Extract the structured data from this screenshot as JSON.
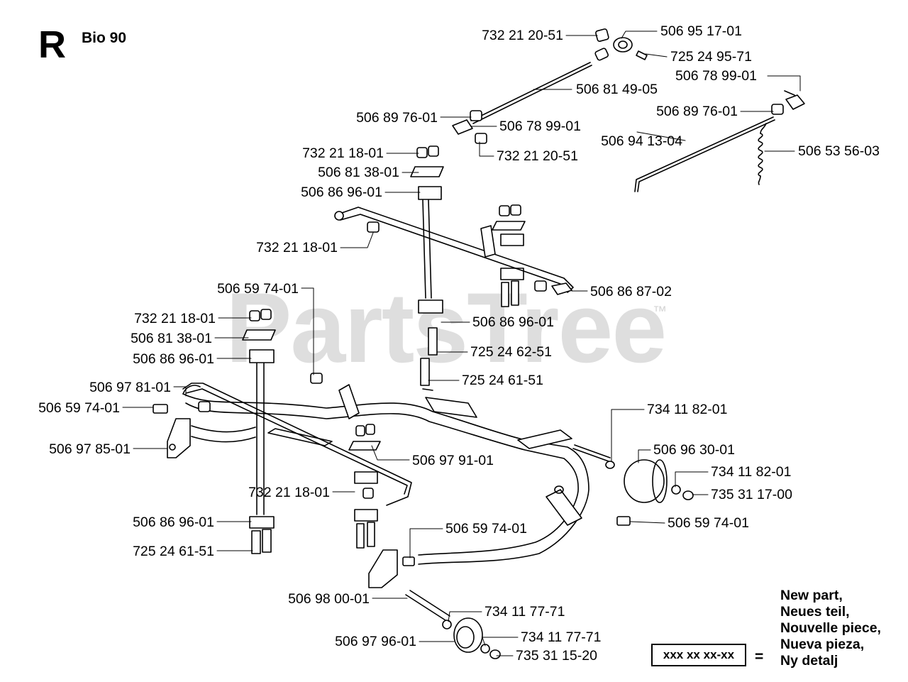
{
  "header": {
    "section_letter": "R",
    "model": "Bio 90"
  },
  "watermark": {
    "text": "PartsTree",
    "tm": "™"
  },
  "callouts": [
    {
      "part": "732 21 20-51"
    },
    {
      "part": "506 95 17-01"
    },
    {
      "part": "725 24 95-71"
    },
    {
      "part": "506 78 99-01"
    },
    {
      "part": "506 81 49-05"
    },
    {
      "part": "506 89 76-01"
    },
    {
      "part": "506 78 99-01"
    },
    {
      "part": "506 89 76-01"
    },
    {
      "part": "506 94 13-04"
    },
    {
      "part": "506 53 56-03"
    },
    {
      "part": "732 21 18-01"
    },
    {
      "part": "732 21 20-51"
    },
    {
      "part": "506 81 38-01"
    },
    {
      "part": "506 86 96-01"
    },
    {
      "part": "732 21 18-01"
    },
    {
      "part": "506 59 74-01"
    },
    {
      "part": "506 86 87-02"
    },
    {
      "part": "732 21 18-01"
    },
    {
      "part": "506 81 38-01"
    },
    {
      "part": "506 86 96-01"
    },
    {
      "part": "506 86 96-01"
    },
    {
      "part": "725 24 62-51"
    },
    {
      "part": "725 24 61-51"
    },
    {
      "part": "506 97 81-01"
    },
    {
      "part": "506 59 74-01"
    },
    {
      "part": "734 11 82-01"
    },
    {
      "part": "506 97 85-01"
    },
    {
      "part": "506 96 30-01"
    },
    {
      "part": "506 97 91-01"
    },
    {
      "part": "734 11 82-01"
    },
    {
      "part": "732 21 18-01"
    },
    {
      "part": "735 31 17-00"
    },
    {
      "part": "506 86 96-01"
    },
    {
      "part": "506 59 74-01"
    },
    {
      "part": "506 59 74-01"
    },
    {
      "part": "725 24 61-51"
    },
    {
      "part": "506 98 00-01"
    },
    {
      "part": "734 11 77-71"
    },
    {
      "part": "734 11 77-71"
    },
    {
      "part": "506 97 96-01"
    },
    {
      "part": "735 31 15-20"
    }
  ],
  "legend": {
    "box_label": "xxx xx xx-xx",
    "equals": "=",
    "lines": [
      "New part,",
      "Neues teil,",
      "Nouvelle piece,",
      "Nueva pieza,",
      "Ny detalj"
    ]
  }
}
